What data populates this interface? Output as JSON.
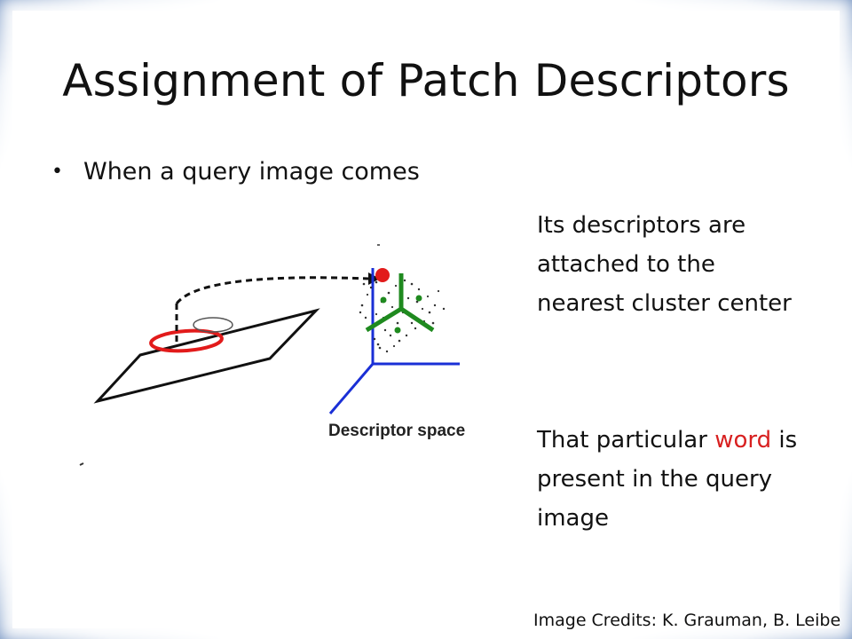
{
  "slide": {
    "title": "Assignment of Patch Descriptors",
    "bullet": "When a query image comes",
    "para1": "Its descriptors are attached to the nearest cluster center",
    "para2_pre": "That particular ",
    "para2_highlight": "word",
    "para2_post": " is present in the query image",
    "credits": "Image Credits: K. Grauman, B. Leibe",
    "diagram_label": "Descriptor space",
    "highlight_color": "#d82020",
    "axis_color": "#1a2fd6",
    "cluster_color": "#1f8a1f",
    "query_point_color": "#e21b1b"
  }
}
